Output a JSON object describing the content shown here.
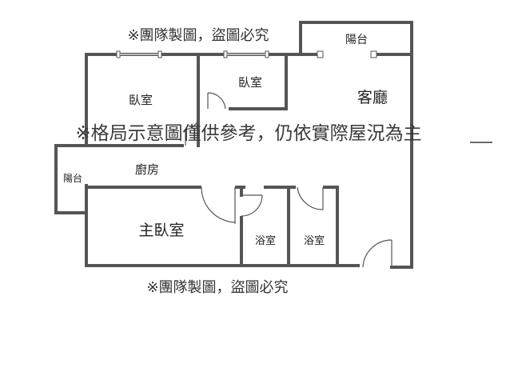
{
  "watermark": {
    "top": "※團隊製圖，盜圖必究",
    "bottom": "※團隊製圖，盜圖必究"
  },
  "notice": "※格局示意圖僅供參考，仍依實際屋況為主",
  "rooms": {
    "balcony_top": "陽台",
    "living_room": "客廳",
    "bedroom_left": "臥室",
    "bedroom_middle": "臥室",
    "balcony_left": "陽台",
    "kitchen": "廚房",
    "master_bedroom": "主臥室",
    "bathroom_left": "浴室",
    "bathroom_right": "浴室"
  }
}
